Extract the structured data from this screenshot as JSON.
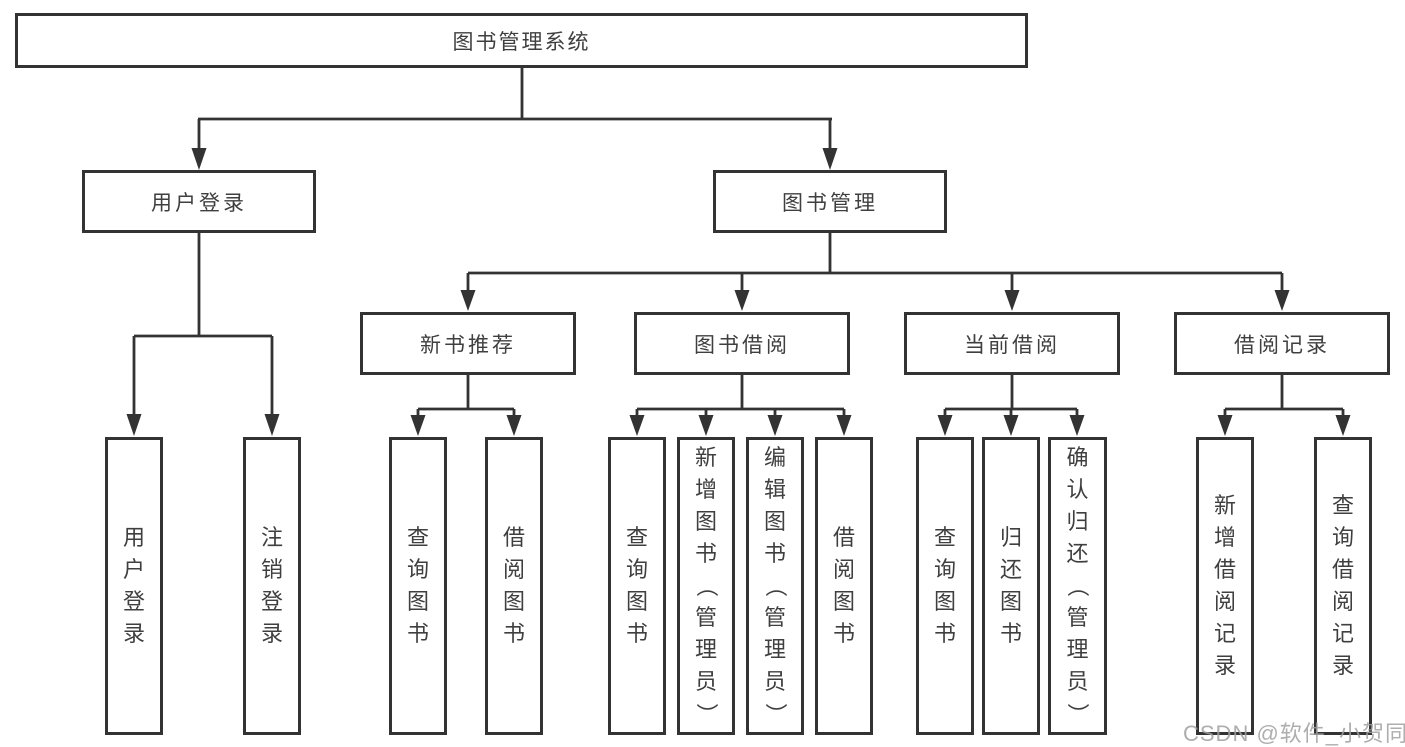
{
  "nodes": {
    "root": "图书管理系统",
    "user_login": "用户登录",
    "book_mgmt": "图书管理",
    "new_book_rec": "新书推荐",
    "book_borrow": "图书借阅",
    "current_borrow": "当前借阅",
    "borrow_record": "借阅记录",
    "leaf_user_login": "用户登录",
    "leaf_logout": "注销登录",
    "leaf_query_book_a": "查询图书",
    "leaf_borrow_book_a": "借阅图书",
    "leaf_query_book_b": "查询图书",
    "leaf_add_book": "新增图书（管理员）",
    "leaf_edit_book": "编辑图书（管理员）",
    "leaf_borrow_book_b": "借阅图书",
    "leaf_query_book_c": "查询图书",
    "leaf_return_book": "归还图书",
    "leaf_confirm_return": "确认归还（管理员）",
    "leaf_add_record": "新增借阅记录",
    "leaf_query_record": "查询借阅记录"
  },
  "watermark": "CSDN @软件_小贺同学",
  "colors": {
    "line": "#333333",
    "text": "#3f3f3f",
    "box_bg": "#ffffff",
    "watermark": "#a0a0a0"
  }
}
